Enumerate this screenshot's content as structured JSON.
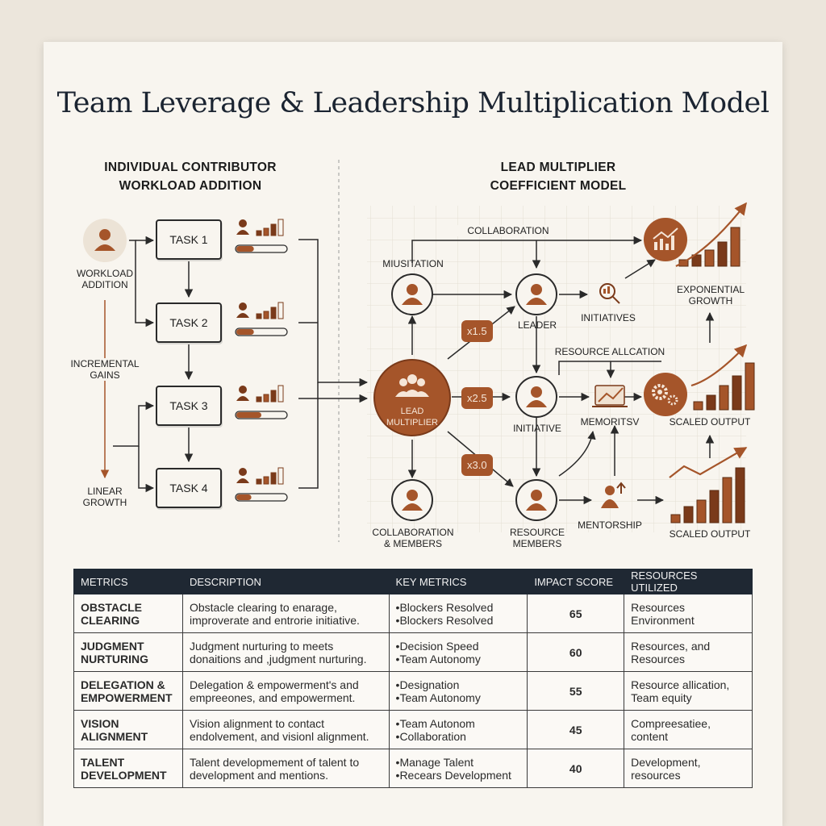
{
  "title": "Team Leverage & Leadership Multiplication Model",
  "left_section": {
    "heading_line1": "INDIVIDUAL CONTRIBUTOR",
    "heading_line2": "WORKLOAD ADDITION",
    "person_label_line1": "WORKLOAD",
    "person_label_line2": "ADDITION",
    "incremental_line1": "INCREMENTAL",
    "incremental_line2": "GAINS",
    "linear_line1": "LINEAR",
    "linear_line2": "GROWTH",
    "tasks": [
      "TASK 1",
      "TASK 2",
      "TASK 3",
      "TASK 4"
    ],
    "task_progress": [
      0.35,
      0.35,
      0.5,
      0.3
    ]
  },
  "right_section": {
    "heading_line1": "LEAD MULTIPLIER",
    "heading_line2": "COEFFICIENT MODEL",
    "collaboration_label": "COLLABORATION",
    "misuitation_label": "MIUSITATION",
    "leader_label": "LEADER",
    "initiatives_label": "INITIATIVES",
    "exponential_line1": "EXPONENTIAL",
    "exponential_line2": "GROWTH",
    "resource_allocation_label": "RESOURCE ALLCATION",
    "lead_multiplier_line1": "LEAD",
    "lead_multiplier_line2": "MULTIPLIER",
    "initiative_label": "INITIATIVE",
    "memoritsv_label": "MEMORITSV",
    "scaled_output_1": "SCALED OUTPUT",
    "scaled_output_2": "SCALED OUTPUT",
    "collab_members_line1": "COLLABORATION",
    "collab_members_line2": "& MEMBERS",
    "resource_members_line1": "RESOURCE",
    "resource_members_line2": "MEMBERS",
    "mentorship_label": "MENTORSHIP",
    "multipliers": [
      "x1.5",
      "x2.5",
      "x3.0"
    ]
  },
  "table": {
    "headers": [
      "METRICS",
      "DESCRIPTION",
      "KEY METRICS",
      "IMPACT SCORE",
      "RESOURCES UTILIZED"
    ],
    "rows": [
      {
        "metric_line1": "OBSTACLE",
        "metric_line2": "CLEARING",
        "desc_line1": "Obstacle clearing to enarage,",
        "desc_line2": "improverate and entrorie initiative.",
        "key1": "Blockers Resolved",
        "key2": "Blockers Resolved",
        "score": "65",
        "res_line1": "Resources",
        "res_line2": "Environment"
      },
      {
        "metric_line1": "JUDGMENT",
        "metric_line2": "NURTURING",
        "desc_line1": "Judgment nurturing to meets",
        "desc_line2": "donaitions and ,judgment nurturing.",
        "key1": "Decision Speed",
        "key2": "Team Autonomy",
        "score": "60",
        "res_line1": "Resources, and",
        "res_line2": "Resources"
      },
      {
        "metric_line1": "DELEGATION &",
        "metric_line2": "EMPOWERMENT",
        "desc_line1": "Delegation & empowerment's and",
        "desc_line2": "empreeones, and empowerment.",
        "key1": "Designation",
        "key2": "Team Autonomy",
        "score": "55",
        "res_line1": "Resource allication,",
        "res_line2": "Team equity"
      },
      {
        "metric_line1": "VISION",
        "metric_line2": "ALIGNMENT",
        "desc_line1": "Vision alignment to contact",
        "desc_line2": "endolvement, and visionl alignment.",
        "key1": "Team Autonom",
        "key2": "Collaboration",
        "score": "45",
        "res_line1": "Compreesatiee,",
        "res_line2": "content"
      },
      {
        "metric_line1": "TALENT",
        "metric_line2": "DEVELOPMENT",
        "desc_line1": "Talent developmement of talent to",
        "desc_line2": "development and mentions.",
        "key1": "Manage Talent",
        "key2": "Recears Development",
        "score": "40",
        "res_line1": "Development,",
        "res_line2": "resources"
      }
    ]
  },
  "colors": {
    "accent": "#a5552a",
    "accent_dark": "#7a3a1a",
    "ink": "#2a2a2a",
    "table_header": "#1f2833",
    "paper": "#f8f5ef"
  }
}
